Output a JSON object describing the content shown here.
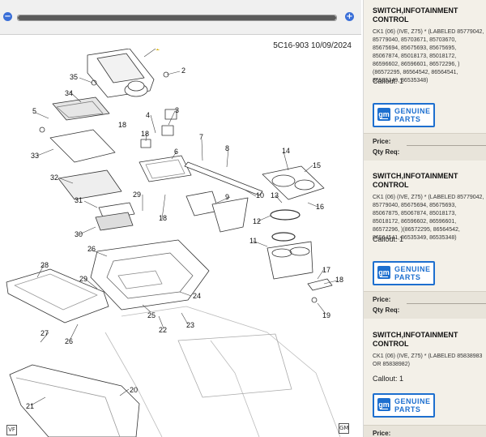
{
  "viewer": {
    "zoom_out_icon": "minus-circle-icon",
    "zoom_in_icon": "plus-circle-icon",
    "zoom_level": 1.0,
    "diagram_id": "5C16-903 10/09/2024",
    "callouts": [
      "1",
      "2",
      "3",
      "4",
      "5",
      "6",
      "7",
      "8",
      "9",
      "10",
      "11",
      "12",
      "13",
      "14",
      "15",
      "16",
      "17",
      "18",
      "18",
      "18",
      "18",
      "19",
      "20",
      "21",
      "22",
      "23",
      "24",
      "25",
      "26",
      "26",
      "27",
      "28",
      "29",
      "29",
      "30",
      "31",
      "32",
      "33",
      "34",
      "35"
    ],
    "badge_left": "VF",
    "badge_right": "GM"
  },
  "parts": [
    {
      "title": "SWITCH,INFOTAINMENT CONTROL",
      "desc": "CK1 (06) (IVE, Z75) * (LABELED 85779042, 85779040, 85703671, 85703670, 85675694, 85675693, 85675695, 85067874, 85018173, 85018172, 86596602, 86596601, 86572296, )(86572295, 86564542, 86564541, 86535349, 86535348)",
      "callout": "Callout: 1",
      "price_label": "Price:",
      "qty_label": "Qty Req:"
    },
    {
      "title": "SWITCH,INFOTAINMENT CONTROL",
      "desc": "CK1 (06) (IVE, Z75) * (LABELED 85779042, 85779040, 85675694, 85675693, 85067875, 85067874, 85018173, 85018172, 86596602, 86596601, 86572296, )(86572295, 86564542, 86564541, 86535349, 86535348)",
      "callout": "Callout: 1",
      "price_label": "Price:",
      "qty_label": "Qty Req:"
    },
    {
      "title": "SWITCH,INFOTAINMENT CONTROL",
      "desc": "CK1 (06) (IVE, Z75) * (LABELED 85838983 OR 85838982)",
      "callout": "Callout: 1",
      "price_label": "Price:"
    }
  ],
  "gm_badge": {
    "logo": "gm",
    "line1": "GENUINE",
    "line2": "PARTS",
    "color": "#1d6fcf"
  }
}
